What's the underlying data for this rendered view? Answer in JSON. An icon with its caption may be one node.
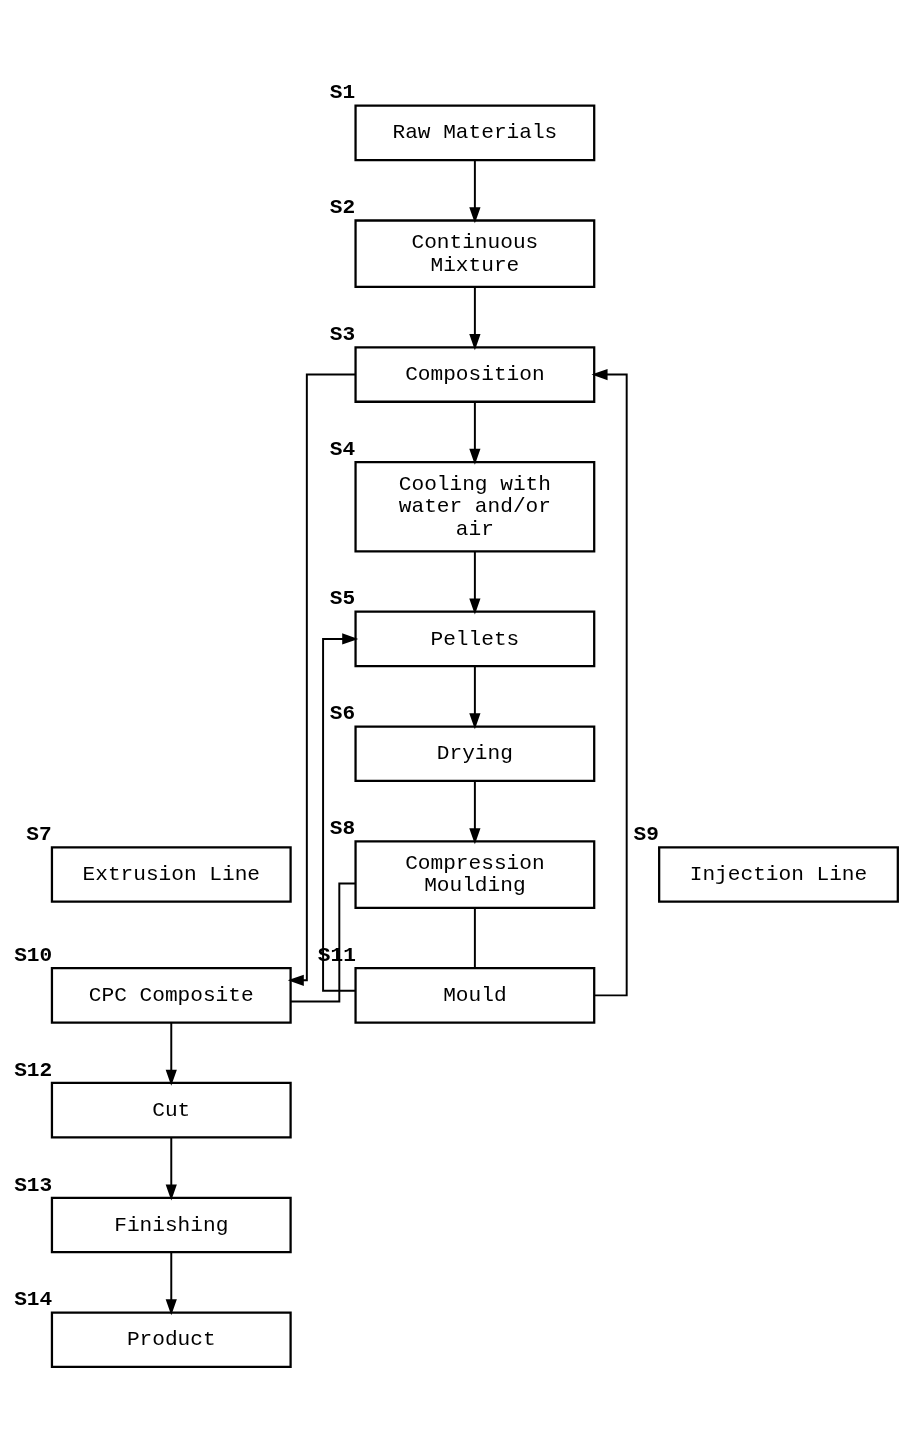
{
  "diagram": {
    "nodes": [
      {
        "text": [
          "Raw Materials"
        ],
        "beside": [
          "S1"
        ]
      },
      {
        "text": [
          "Continuous Mixture"
        ],
        "beside": [
          "S2"
        ]
      },
      {
        "text": [
          "Composition"
        ],
        "beside": [
          "S3"
        ]
      },
      {
        "text": [
          "Cooling with water and/or air"
        ],
        "beside": [
          "S4"
        ]
      },
      {
        "text": [
          "Pellets"
        ],
        "beside": [
          "S5"
        ]
      },
      {
        "text": [
          "Drying"
        ],
        "beside": [
          "S6"
        ]
      },
      {
        "text": [
          "Extrusion Line"
        ],
        "beside": [
          "S7"
        ]
      },
      {
        "text": [
          "Compression Moulding"
        ],
        "beside": [
          "S8"
        ]
      },
      {
        "text": [
          "Injection Line"
        ],
        "beside": [
          "S9"
        ]
      },
      {
        "text": [
          "CPC Composite"
        ],
        "beside": [
          "S10"
        ]
      },
      {
        "text": [
          "Mould"
        ],
        "beside": [
          "S11"
        ]
      },
      {
        "text": [
          "Cut"
        ],
        "beside": [
          "S12"
        ]
      },
      {
        "text": [
          "Finishing"
        ],
        "beside": [
          "S13"
        ]
      },
      {
        "text": [
          "Product"
        ],
        "beside": [
          "S14"
        ]
      }
    ],
    "edges": [
      {
        "from": 0,
        "to": 1,
        "arrow": "to"
      },
      {
        "from": 1,
        "to": 2,
        "arrow": "to"
      },
      {
        "from": 2,
        "to": 3,
        "arrow": "to"
      },
      {
        "from": 3,
        "to": 4,
        "arrow": "to"
      },
      {
        "from": 4,
        "to": 5,
        "arrow": "to"
      },
      {
        "from": 5,
        "to": 7,
        "arrow": "to"
      },
      {
        "from": 2,
        "to": 9,
        "arrow": "to"
      },
      {
        "from": 7,
        "to": 9,
        "arrow": "none"
      },
      {
        "from": 7,
        "to": 10,
        "arrow": "none"
      },
      {
        "from": 10,
        "to": 4,
        "arrow": "to"
      },
      {
        "from": 10,
        "to": 2,
        "arrow": "to"
      },
      {
        "from": 9,
        "to": 11,
        "arrow": "to"
      },
      {
        "from": 11,
        "to": 12,
        "arrow": "to"
      },
      {
        "from": 12,
        "to": 13,
        "arrow": "to"
      }
    ]
  }
}
